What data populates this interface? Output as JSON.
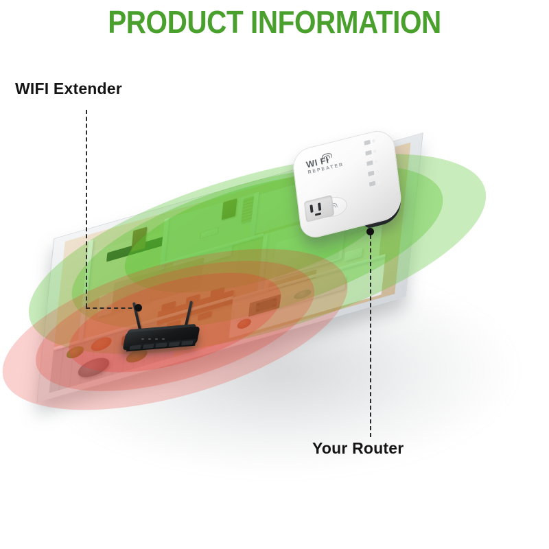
{
  "page": {
    "title": "PRODUCT INFORMATION",
    "title_color": "#4aa02c",
    "background_color": "#ffffff"
  },
  "callouts": [
    {
      "id": "wifi-extender",
      "label": "WIFI Extender",
      "points_to": "router-device",
      "text_color": "#141414"
    },
    {
      "id": "your-router",
      "label": "Your Router",
      "points_to": "repeater-device",
      "text_color": "#141414"
    }
  ],
  "devices": {
    "repeater": {
      "brand_line1": "WI FI",
      "brand_line2": "REPEATER",
      "body_color": "#ffffff",
      "back_color": "#1d1f21",
      "led_count": 5,
      "wps_button": "wps-button"
    },
    "router": {
      "body_color": "#17191b",
      "antenna_count": 2,
      "port_count": 5
    }
  },
  "signals": {
    "router_wave": {
      "name": "router-signal-waves",
      "color": "#e94034",
      "ring_count": 3,
      "description": "weak red coverage near router"
    },
    "extender_wave": {
      "name": "extender-signal-waves",
      "color": "#58c430",
      "ring_count": 3,
      "description": "extended green coverage"
    }
  },
  "floorplan": {
    "name": "isometric-apartment-cutaway",
    "rooms": [
      {
        "name": "living-room",
        "tint": "red-coverage"
      },
      {
        "name": "dining-area",
        "tint": "red-coverage"
      },
      {
        "name": "balcony-patio",
        "tint": "grey"
      },
      {
        "name": "hallway",
        "tint": "green-coverage"
      },
      {
        "name": "kitchen",
        "tint": "neutral"
      },
      {
        "name": "bedroom",
        "tint": "green-coverage"
      },
      {
        "name": "bathroom",
        "tint": "green-coverage"
      }
    ]
  }
}
